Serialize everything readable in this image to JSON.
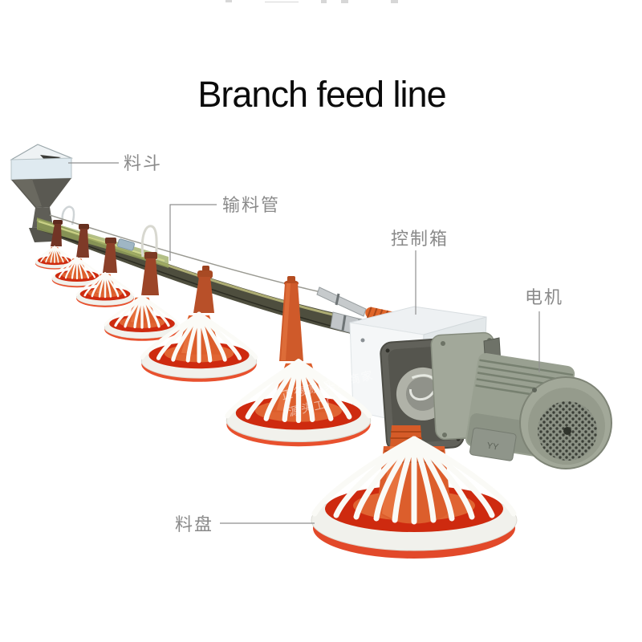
{
  "title": "Branch feed line",
  "callouts": {
    "hopper": {
      "label": "料斗"
    },
    "feed_pipe": {
      "label": "输料管"
    },
    "control_box": {
      "label": "控制箱"
    },
    "motor": {
      "label": "电机"
    },
    "feed_pan": {
      "label": "料盘"
    }
  },
  "watermark": {
    "line1": "正德源 实力商家",
    "line2": "源头工厂"
  },
  "motor_marking": "YY",
  "colors": {
    "title_text": "#0b0b0b",
    "callout_text": "#8a8a8a",
    "pan_red": "#ce2a0f",
    "pan_lip_red": "#e2492a",
    "pan_orange_cone": "#dc5e2c",
    "cage_white": "#f1f1ec",
    "drop_tube_brick": "#8c4029",
    "pipe_olive": "#4e4e3e",
    "pipe_green_highlight": "#9aa95e",
    "box_white": "#f5f7f8",
    "motor_gray_green": "#99a091",
    "spring_orange": "#e0662a",
    "watermark_white": "#ffffff"
  }
}
